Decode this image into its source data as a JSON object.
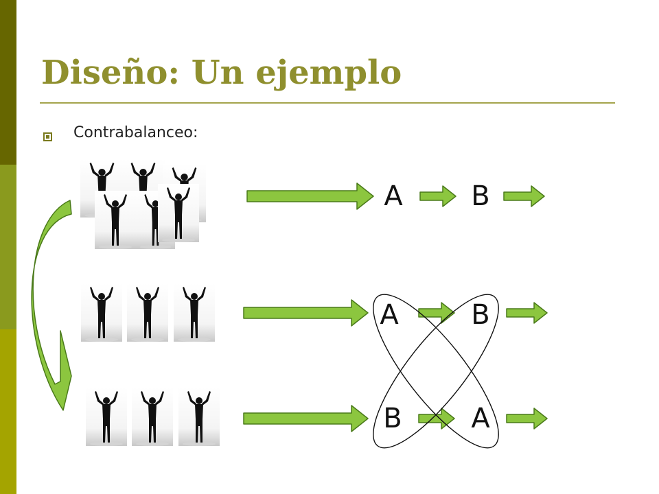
{
  "slide": {
    "title": "Diseño: Un ejemplo",
    "bullets": [
      "Contrabalanceo:"
    ]
  },
  "diagram": {
    "rows": [
      {
        "first": "A",
        "second": "B"
      },
      {
        "first": "A",
        "second": "B"
      },
      {
        "first": "B",
        "second": "A"
      }
    ]
  },
  "colors": {
    "accent_dark": "#666600",
    "accent_mid": "#8a9a1e",
    "accent_light": "#a4a400",
    "title": "#8f8f2e",
    "arrow_fill": "#8cc63f",
    "arrow_stroke": "#4a7a1a"
  },
  "icons": {
    "person": "person-arms-raised-silhouette",
    "bullet": "square-bullet"
  }
}
